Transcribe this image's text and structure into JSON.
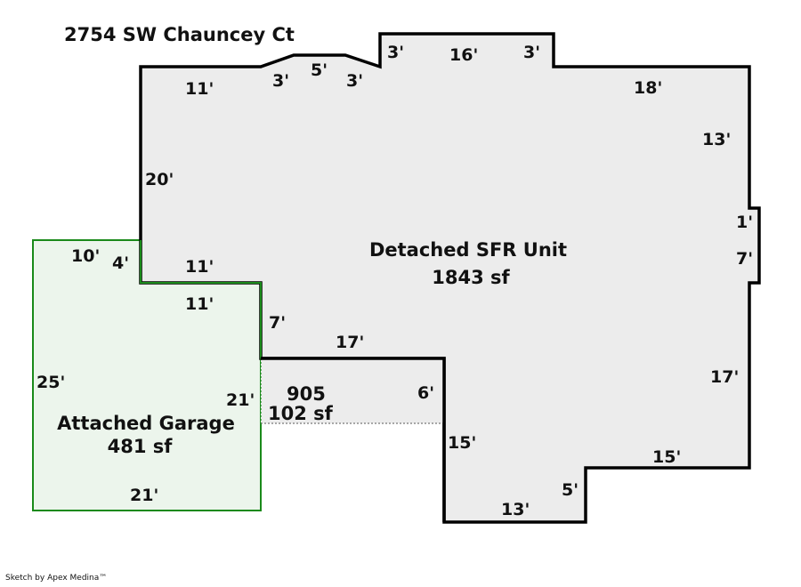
{
  "title": "2754 SW Chauncey Ct",
  "footer": "Sketch by Apex Medina™",
  "colors": {
    "house_stroke": "#000000",
    "house_fill": "#ececec",
    "garage_stroke": "#1a8a1a",
    "garage_fill": "#ecf5ec",
    "overlap_stroke": "#777777"
  },
  "areas": [
    {
      "id": "house",
      "name": "Detached SFR Unit",
      "area": "1843 sf"
    },
    {
      "id": "garage",
      "name": "Attached Garage",
      "area": "481 sf"
    },
    {
      "id": "porch",
      "name": "905",
      "area": "102 sf"
    }
  ],
  "dimensions": {
    "house_top_left": "11'",
    "house_bay_left_slope": "3'",
    "house_bay_top": "5'",
    "house_bay_right_slope": "3'",
    "house_bump_left": "3'",
    "house_bump_top": "16'",
    "house_bump_right": "3'",
    "house_top_right": "18'",
    "house_right_upper": "13'",
    "house_right_jog": "1'",
    "house_right_bump": "7'",
    "house_right_lower": "17'",
    "house_bottom_right": "15'",
    "house_step": "5'",
    "house_bottom": "13'",
    "house_left_lower": "15'",
    "porch_right": "6'",
    "porch_top": "17'",
    "house_inner_left": "7'",
    "house_inner_top": "11'",
    "house_left": "20'",
    "garage_inner_top": "11'",
    "garage_top": "10'",
    "garage_jog": "4'",
    "garage_left": "25'",
    "garage_right": "21'",
    "garage_bottom": "21'"
  }
}
